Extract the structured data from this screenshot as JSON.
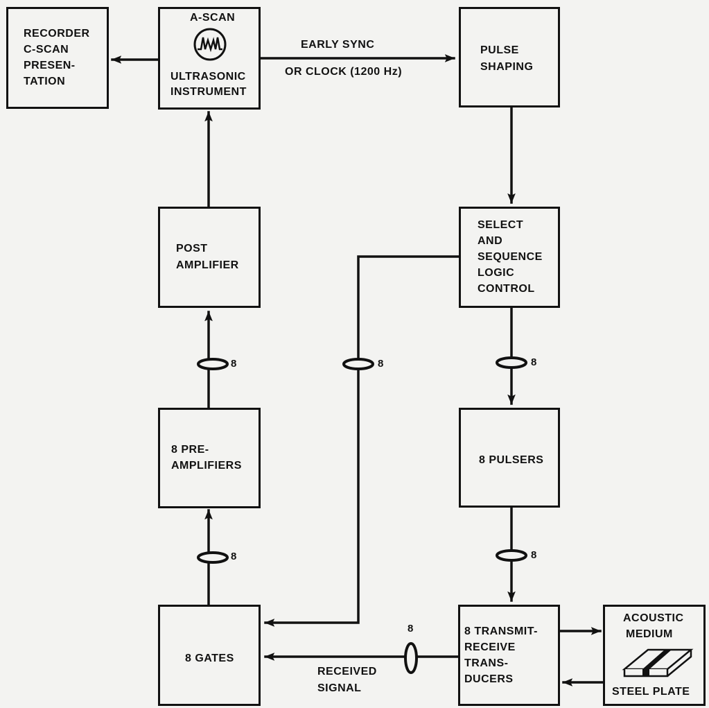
{
  "blocks": {
    "recorder": {
      "lines": [
        "RECORDER",
        "C-SCAN",
        "PRESEN-",
        "TATION"
      ]
    },
    "ultrasonic": {
      "top": "A-SCAN",
      "lines": [
        "ULTRASONIC",
        "INSTRUMENT"
      ]
    },
    "pulse_shaping": {
      "lines": [
        "PULSE",
        "SHAPING"
      ]
    },
    "post_amplifier": {
      "lines": [
        "POST",
        "AMPLIFIER"
      ]
    },
    "logic_control": {
      "lines": [
        "SELECT",
        "AND",
        "SEQUENCE",
        "LOGIC",
        "CONTROL"
      ]
    },
    "preamplifiers": {
      "lines": [
        "8 PRE-",
        "AMPLIFIERS"
      ]
    },
    "pulsers": {
      "lines": [
        "8 PULSERS"
      ]
    },
    "gates": {
      "lines": [
        "8 GATES"
      ]
    },
    "transducers": {
      "lines": [
        "8 TRANSMIT-",
        "RECEIVE",
        "TRANS-",
        "DUCERS"
      ]
    },
    "acoustic": {
      "top": [
        "ACOUSTIC",
        "MEDIUM"
      ],
      "bottom": "STEEL PLATE"
    }
  },
  "signals": {
    "sync": [
      "EARLY SYNC",
      "OR CLOCK (1200 Hz)"
    ],
    "received": [
      "RECEIVED",
      "SIGNAL"
    ]
  },
  "bus_count": "8"
}
